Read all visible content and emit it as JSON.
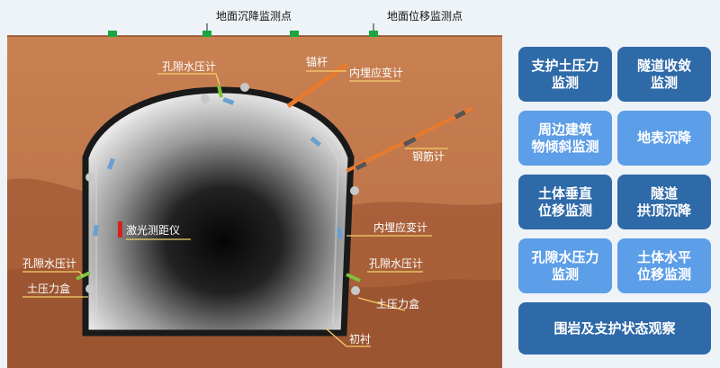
{
  "labels": {
    "surface_settlement_point": "地面沉降监测点",
    "surface_displacement_point": "地面位移监测点",
    "anchor": "锚杆",
    "pore_pressure_top": "孔隙水压计",
    "embedded_strain_top": "内埋应变计",
    "rebar_meter": "钢筋计",
    "laser_rangefinder": "激光测距仪",
    "embedded_strain_right": "内埋应变计",
    "pore_pressure_left": "孔隙水压计",
    "pore_pressure_right": "孔隙水压计",
    "earth_pressure_left": "土压力盒",
    "earth_pressure_right": "土压力盒",
    "lining": "初衬"
  },
  "buttons": [
    {
      "label": "支护土压力\n监测",
      "style": "dark"
    },
    {
      "label": "隧道收敛\n监测",
      "style": "dark"
    },
    {
      "label": "周边建筑\n物倾斜监测",
      "style": "light"
    },
    {
      "label": "地表沉降",
      "style": "light"
    },
    {
      "label": "土体垂直\n位移监测",
      "style": "dark"
    },
    {
      "label": "隧道\n拱顶沉降",
      "style": "dark"
    },
    {
      "label": "孔隙水压力\n监测",
      "style": "light"
    },
    {
      "label": "土体水平\n位移监测",
      "style": "light"
    },
    {
      "label": "围岩及支护状态观察",
      "style": "dark"
    }
  ],
  "colors": {
    "soil_light": "#d0885a",
    "soil_dark": "#a45c36",
    "lining": "#1a1a1a",
    "label_line": "#f5d06a",
    "anchor": "#e87a2e",
    "button_dark": "#2f6aa8",
    "button_light": "#5c9ee8",
    "monitor_marker": "#1aa640"
  }
}
